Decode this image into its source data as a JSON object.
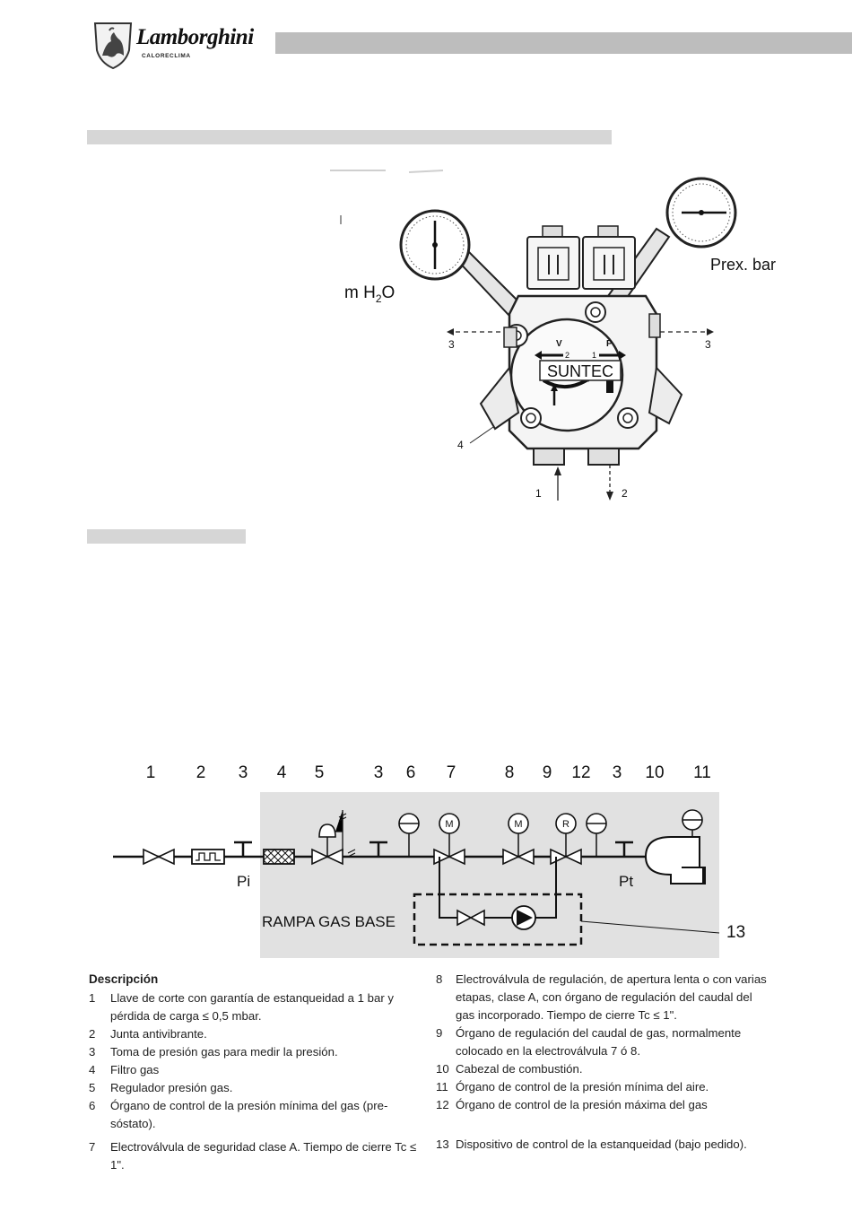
{
  "header": {
    "brand_name": "Lamborghini",
    "brand_sub": "CALORECLIMA"
  },
  "pump_diagram": {
    "label_vacuum": "m H",
    "label_vacuum_sub": "2",
    "label_vacuum_end": "O",
    "label_pressure": "Prex. bar",
    "brand": "SUNTEC",
    "port_v": "V",
    "port_p": "P",
    "port_2": "2",
    "port_1": "1",
    "callout_3_left": "3",
    "callout_3_right": "3",
    "callout_4": "4",
    "callout_1": "1",
    "callout_2": "2"
  },
  "gas_ramp": {
    "numbers": [
      "1",
      "2",
      "3",
      "4",
      "5",
      "3",
      "6",
      "7",
      "8",
      "9",
      "12",
      "3",
      "10",
      "11"
    ],
    "label_pi": "Pi",
    "label_pt": "Pt",
    "label_ramp": "RAMPA GAS BASE",
    "callout_13": "13",
    "sym_m1": "M",
    "sym_m2": "M",
    "sym_r": "R"
  },
  "legend": {
    "title": "Descripción",
    "left": [
      {
        "n": "1",
        "t": "Llave de corte con garantía de estanqueidad a 1 bar y pérdida de carga ≤ 0,5 mbar."
      },
      {
        "n": "2",
        "t": "Junta antivibrante."
      },
      {
        "n": "3",
        "t": "Toma de presión gas para medir la presión."
      },
      {
        "n": "4",
        "t": "Filtro gas"
      },
      {
        "n": "5",
        "t": "Regulador presión gas."
      },
      {
        "n": "6",
        "t": "Órgano de control de la presión mínima del gas (pre-sóstato)."
      },
      {
        "n": "7",
        "t": "Electroválvula de seguridad clase A. Tiempo de cierre Tc ≤ 1\"."
      }
    ],
    "right": [
      {
        "n": "8",
        "t": "Electroválvula de regulación, de apertura lenta o con varias etapas, clase A, con órgano de regulación del caudal del gas incorporado. Tiempo de cierre Tc ≤ 1\"."
      },
      {
        "n": "9",
        "t": "Órgano de regulación del caudal de gas, normalmente colocado en la electroválvula 7 ó 8."
      },
      {
        "n": "10",
        "t": "Cabezal de combustión."
      },
      {
        "n": "11",
        "t": "Órgano de control de la presión mínima del aire."
      },
      {
        "n": "12",
        "t": "Órgano de control de la presión máxima del gas"
      },
      {
        "n": "13",
        "t": "Dispositivo de control de la estanqueidad (bajo pedido)."
      }
    ]
  }
}
